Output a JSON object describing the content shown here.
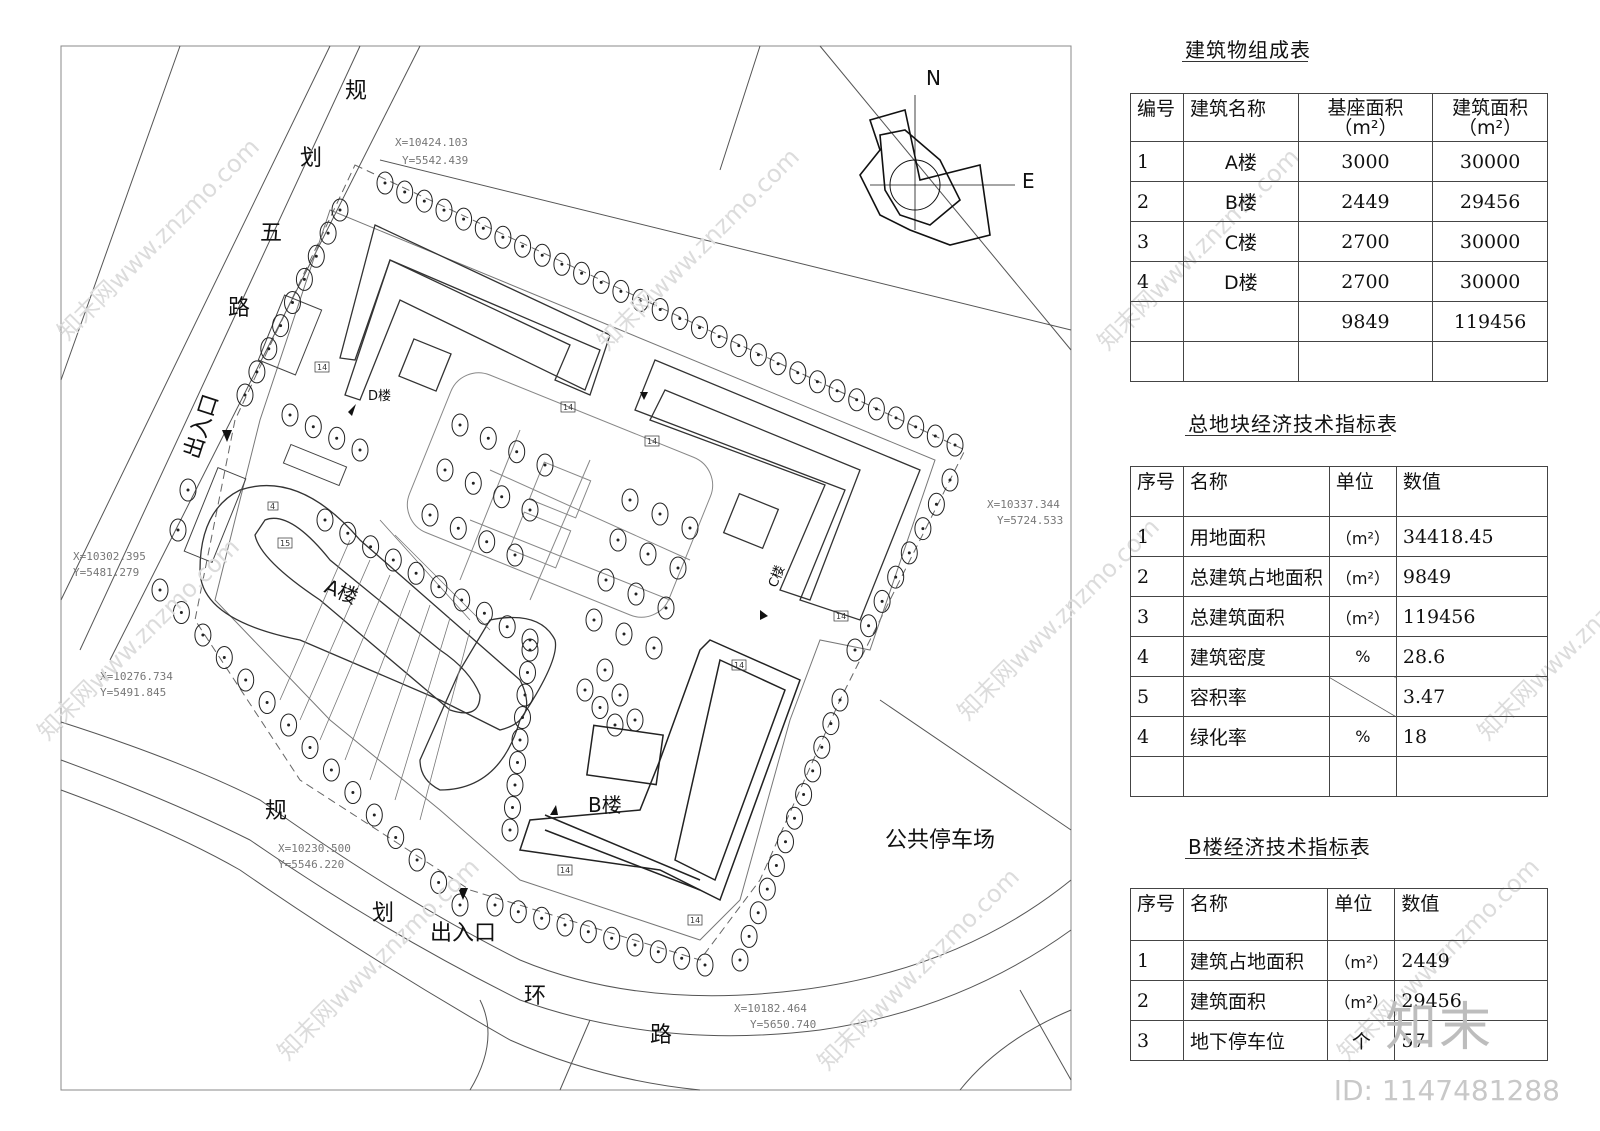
{
  "plan": {
    "roads": {
      "road_west": [
        "规",
        "划",
        "五",
        "路"
      ],
      "road_south": [
        "规",
        "划",
        "环",
        "路"
      ]
    },
    "entrance_west": "出入口",
    "entrance_south": "出入口",
    "parking_label": "公共停车场",
    "buildings": {
      "a": "A楼",
      "b": "B楼",
      "c": "C楼",
      "d": "D楼"
    },
    "compass": {
      "north": "N",
      "east": "E"
    },
    "coords": [
      {
        "x": "X=10424.103",
        "y": "Y=5542.439"
      },
      {
        "x": "X=10337.344",
        "y": "Y=5724.533"
      },
      {
        "x": "X=10302.395",
        "y": "Y=5481.279"
      },
      {
        "x": "X=10276.734",
        "y": "Y=5491.845"
      },
      {
        "x": "X=10230.500",
        "y": "Y=5546.220"
      },
      {
        "x": "X=10182.464",
        "y": "Y=5650.740"
      }
    ],
    "floor_tags": [
      "14",
      "14",
      "14",
      "14",
      "14",
      "14",
      "14",
      "15",
      "4"
    ]
  },
  "table1": {
    "title": "建筑物组成表",
    "headers": [
      "编号",
      "建筑名称",
      "基座面积\n（m²）",
      "建筑面积\n（m²）"
    ],
    "rows": [
      [
        "1",
        "A楼",
        "3000",
        "30000"
      ],
      [
        "2",
        "B楼",
        "2449",
        "29456"
      ],
      [
        "3",
        "C楼",
        "2700",
        "30000"
      ],
      [
        "4",
        "D楼",
        "2700",
        "30000"
      ],
      [
        "",
        "",
        "9849",
        "119456"
      ],
      [
        "",
        "",
        "",
        ""
      ]
    ]
  },
  "table2": {
    "title": "总地块经济技术指标表",
    "headers": [
      "序号",
      "名称",
      "单位",
      "数值"
    ],
    "rows": [
      [
        "1",
        "用地面积",
        "（m²）",
        "34418.45"
      ],
      [
        "2",
        "总建筑占地面积",
        "（m²）",
        "9849"
      ],
      [
        "3",
        "总建筑面积",
        "（m²）",
        "119456"
      ],
      [
        "4",
        "建筑密度",
        "%",
        "28.6"
      ],
      [
        "5",
        "容积率",
        "",
        "3.47"
      ],
      [
        "4",
        "绿化率",
        "%",
        "18"
      ],
      [
        "",
        "",
        "",
        ""
      ]
    ]
  },
  "table3": {
    "title": "B楼经济技术指标表",
    "headers": [
      "序号",
      "名称",
      "单位",
      "数值"
    ],
    "rows": [
      [
        "1",
        "建筑占地面积",
        "（m²）",
        "2449"
      ],
      [
        "2",
        "建筑面积",
        "（m²）",
        "29456"
      ],
      [
        "3",
        "地下停车位",
        "个",
        "57"
      ]
    ]
  },
  "watermark": {
    "logo": "知末",
    "id": "ID: 1147481288",
    "site": "知末网www.znzmo.com"
  }
}
